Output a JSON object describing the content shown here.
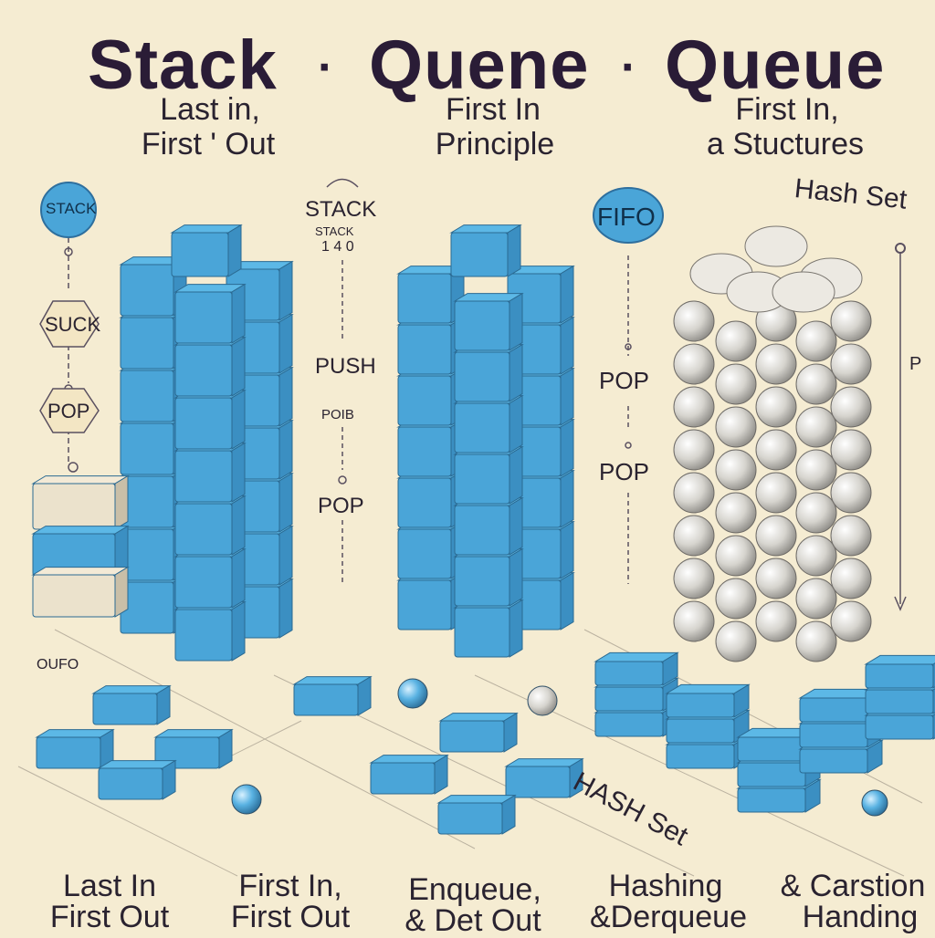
{
  "title": {
    "left": "Stack",
    "sep1": "·",
    "middle": "Quene",
    "sep2": "·",
    "right": "Queue"
  },
  "subtitles": {
    "left_line1": "Last in,",
    "left_line2": "First ' Out",
    "middle_line1": "First In",
    "middle_line2": "Principle",
    "right_line1": "First  In,",
    "right_line2": "a Stuctures"
  },
  "labels": {
    "stack_circle": "STACK",
    "suck_hex": "SUCK",
    "pop_hex": "POP",
    "stack_top": "STACK",
    "stack_sub1": "STACK",
    "stack_sub2": "1 4 0",
    "push": "PUSH",
    "poi": "POIB",
    "pop_mid": "POP",
    "fifo": "FIFO",
    "pop_right1": "POP",
    "pop_right2": "POP",
    "hash_set_top": "Hash Set",
    "p": "P",
    "ouro": "OUFO",
    "hash_set_bottom": "HASH Set"
  },
  "bottom": {
    "col1_line1": "Last In",
    "col1_line2": "First Out",
    "col2_line1": "First In,",
    "col2_line2": "First Out",
    "col3_line1": "Enqueue,",
    "col3_line2": "& Det Out",
    "col4_line1": "Hashing",
    "col4_line2": "&Derqueue",
    "col5_line1": "& Carstion",
    "col5_line2": "Handing"
  },
  "colors": {
    "background": "#f5ecd2",
    "cube_top": "#5cb8e6",
    "cube_front": "#4aa5d8",
    "cube_side": "#3b8fc2",
    "sphere": "#dedcd6",
    "text": "#2a1c36"
  }
}
